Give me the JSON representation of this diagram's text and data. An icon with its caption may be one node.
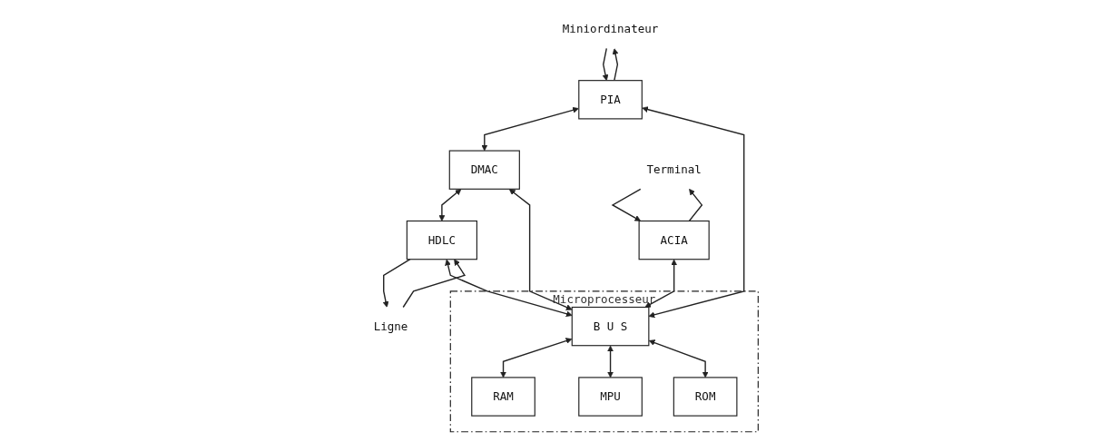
{
  "diagram": {
    "nodes": [
      {
        "text": [
          "Miniordinateur"
        ]
      },
      {
        "text": [
          "PIA"
        ]
      },
      {
        "text": [
          "DMAC"
        ]
      },
      {
        "text": [
          "HDLC"
        ]
      },
      {
        "text": [
          "Ligne"
        ]
      },
      {
        "text": [
          "Terminal"
        ]
      },
      {
        "text": [
          "ACIA"
        ]
      },
      {
        "text": [
          "Microprocesseur"
        ]
      },
      {
        "text": [
          "B U S"
        ],
        "in": 7
      },
      {
        "text": [
          "RAM"
        ],
        "in": 7
      },
      {
        "text": [
          "MPU"
        ],
        "in": 7
      },
      {
        "text": [
          "ROM"
        ],
        "in": 7
      }
    ],
    "edges": [
      {
        "from": 1,
        "to": 0,
        "arrow": "to"
      },
      {
        "from": 0,
        "to": 1,
        "arrow": "to"
      },
      {
        "from": 1,
        "to": 2,
        "arrow": "both"
      },
      {
        "from": 2,
        "to": 3,
        "arrow": "both"
      },
      {
        "from": 3,
        "to": 4,
        "arrow": "to"
      },
      {
        "from": 4,
        "to": 3,
        "arrow": "to"
      },
      {
        "from": 1,
        "to": 8,
        "arrow": "both"
      },
      {
        "from": 2,
        "to": 8,
        "arrow": "both"
      },
      {
        "from": 3,
        "to": 8,
        "arrow": "both"
      },
      {
        "from": 6,
        "to": 5,
        "arrow": "to"
      },
      {
        "from": 5,
        "to": 6,
        "arrow": "to"
      },
      {
        "from": 6,
        "to": 8,
        "arrow": "both"
      },
      {
        "from": 8,
        "to": 9,
        "arrow": "both"
      },
      {
        "from": 8,
        "to": 10,
        "arrow": "both"
      },
      {
        "from": 8,
        "to": 11,
        "arrow": "both"
      }
    ]
  }
}
